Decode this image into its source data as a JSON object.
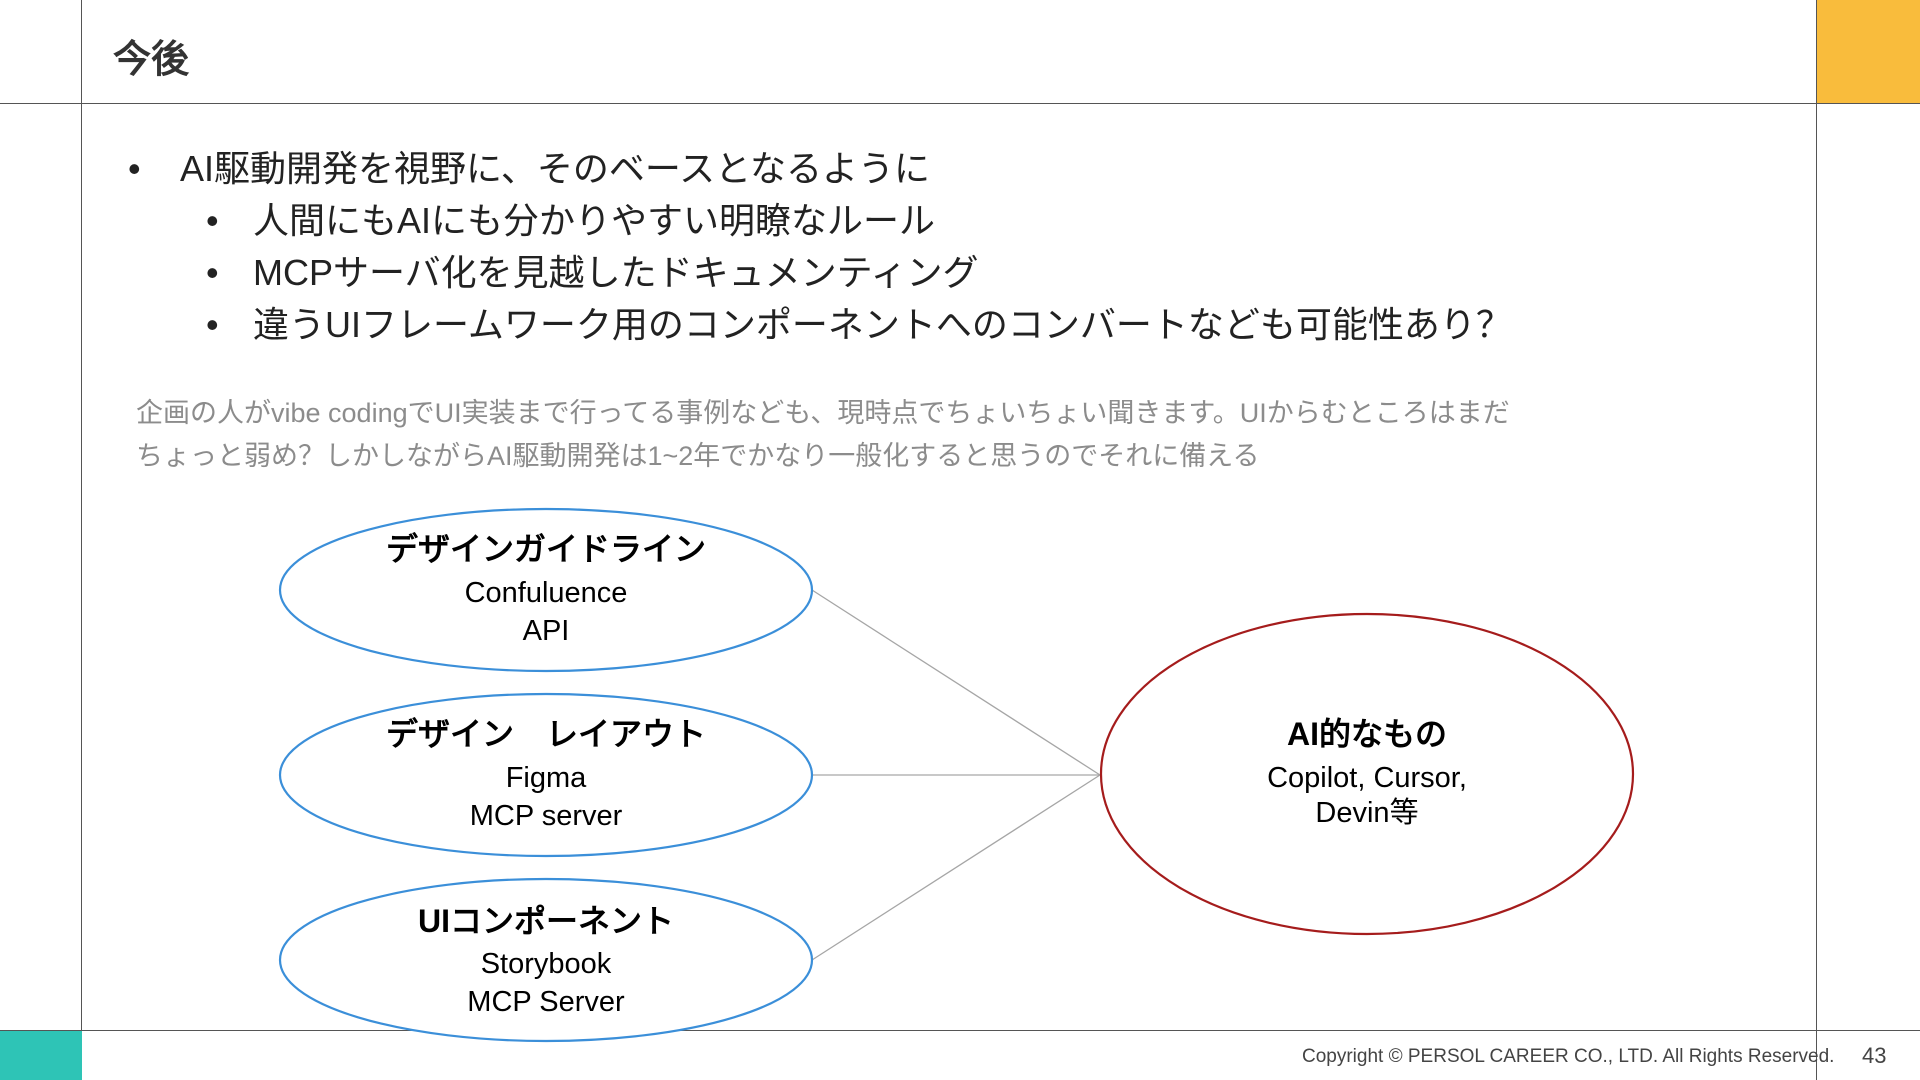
{
  "header": {
    "title": "今後"
  },
  "bullets": [
    {
      "level": 1,
      "text": "AI駆動開発を視野に、そのベースとなるように"
    },
    {
      "level": 2,
      "text": "人間にもAIにも分かりやすい明瞭なルール"
    },
    {
      "level": 2,
      "text": "MCPサーバ化を見越したドキュメンティング"
    },
    {
      "level": 2,
      "text": "違うUIフレームワーク用のコンポーネントへのコンバートなども可能性あり？"
    }
  ],
  "note": {
    "line1": "企画の人がvibe codingでUI実装まで行ってる事例なども、現時点でちょいちょい聞きます。UIからむところはまだ",
    "line2": "ちょっと弱め？しかしながらAI駆動開発は1~2年でかなり一般化すると思うのでそれに備える"
  },
  "diagram": {
    "left_nodes": [
      {
        "title": "デザインガイドライン",
        "line1": "Confuluence",
        "line2": "API"
      },
      {
        "title": "デザイン　レイアウト",
        "line1": "Figma",
        "line2": "MCP server"
      },
      {
        "title": "UIコンポーネント",
        "line1": "Storybook",
        "line2": "MCP Server"
      }
    ],
    "right_node": {
      "title": "AI的なもの",
      "line1": "Copilot, Cursor,",
      "line2": "Devin等"
    },
    "colors": {
      "left_stroke": "#3b8fd9",
      "right_stroke": "#a51c1c",
      "connector": "#a6a6a6"
    }
  },
  "footer": {
    "copyright": "Copyright © PERSOL CAREER CO., LTD. All Rights Reserved.",
    "page_number": "43"
  },
  "colors": {
    "accent_yellow": "#f9bc3c",
    "accent_teal": "#2ec4b6"
  }
}
